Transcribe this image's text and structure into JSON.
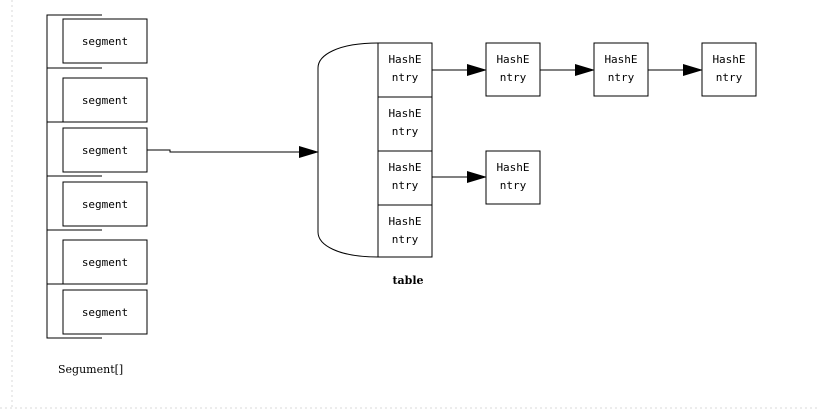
{
  "segments": {
    "items": [
      "segment",
      "segment",
      "segment",
      "segment",
      "segment",
      "segment"
    ],
    "caption": "Segument[]"
  },
  "table": {
    "label": "table",
    "entries": [
      [
        "HashE",
        "ntry"
      ],
      [
        "HashE",
        "ntry"
      ],
      [
        "HashE",
        "ntry"
      ],
      [
        "HashE",
        "ntry"
      ]
    ]
  },
  "chains": {
    "row1": [
      [
        "HashE",
        "ntry"
      ],
      [
        "HashE",
        "ntry"
      ],
      [
        "HashE",
        "ntry"
      ]
    ],
    "row3": [
      [
        "HashE",
        "ntry"
      ]
    ]
  }
}
